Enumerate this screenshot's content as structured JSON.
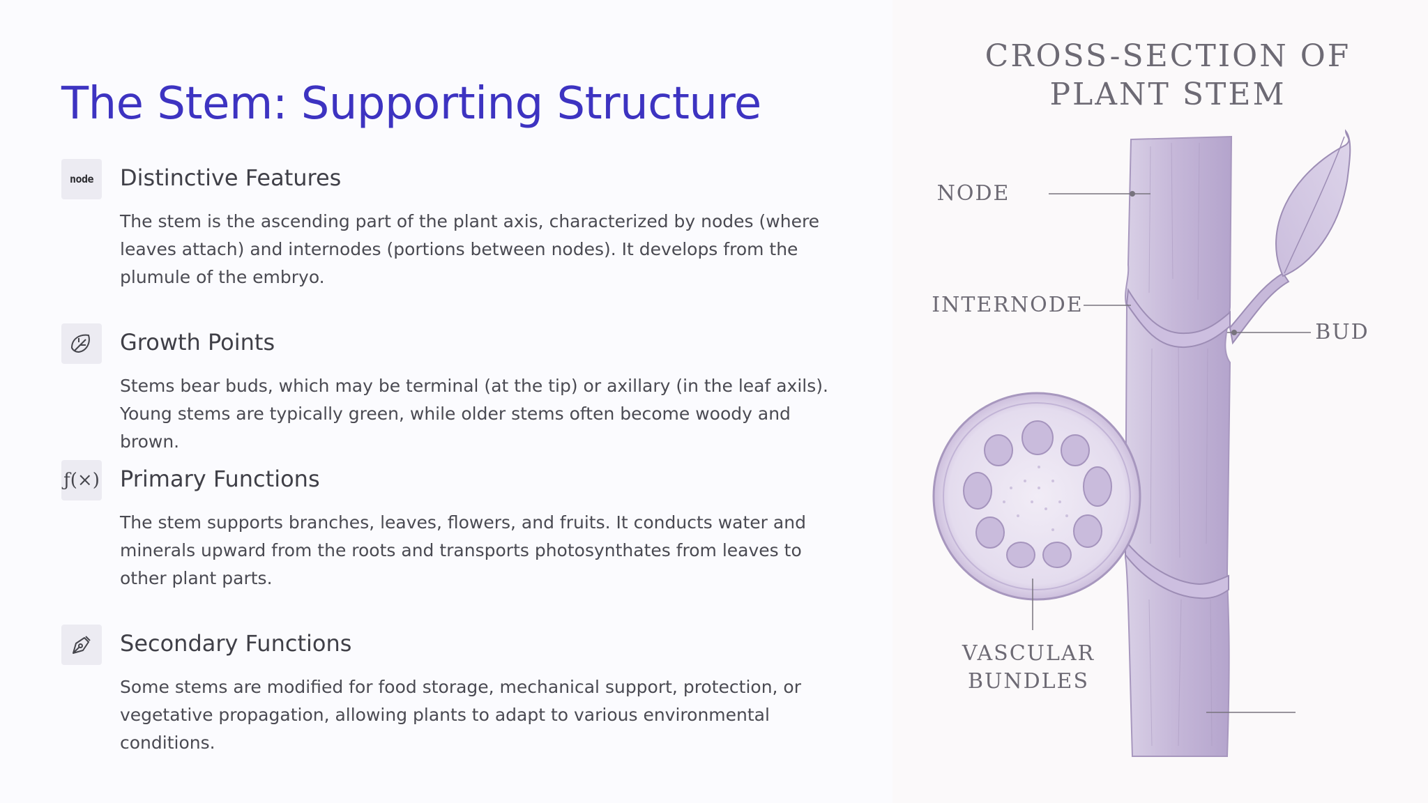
{
  "slide": {
    "title": "The Stem: Supporting Structure"
  },
  "features": [
    {
      "icon": "node-icon",
      "icon_text": "node",
      "heading": "Distinctive Features",
      "body": "The stem is the ascending part of the plant axis, characterized by nodes (where leaves attach) and internodes (portions between nodes). It develops from the plumule of the embryo."
    },
    {
      "icon": "leaf-hand-icon",
      "heading": "Growth Points",
      "body": "Stems bear buds, which may be terminal (at the tip) or axillary (in the leaf axils). Young stems are typically green, while older stems often become woody and brown."
    },
    {
      "icon": "function-icon",
      "icon_text": "ƒ(×)",
      "heading": "Primary Functions",
      "body": "The stem supports branches, leaves, flowers, and fruits. It conducts water and minerals upward from the roots and transports photosynthates from leaves to other plant parts."
    },
    {
      "icon": "pen-nib-icon",
      "heading": "Secondary Functions",
      "body": "Some stems are modified for food storage, mechanical support, protection, or vegetative propagation, allowing plants to adapt to various environmental conditions."
    }
  ],
  "illustration": {
    "title_line1": "CROSS-SECTION OF",
    "title_line2": "PLANT STEM",
    "label_node": "NODE",
    "label_internode": "INTERNODE",
    "label_bud": "BUD",
    "label_vascular_line1": "VASCULAR",
    "label_vascular_line2": "BUNDLES"
  },
  "colors": {
    "title": "#3d33c1",
    "heading": "#3f3f47",
    "body": "#4a4a52",
    "stem": "#c8bcd9",
    "label": "#6d6a74"
  }
}
